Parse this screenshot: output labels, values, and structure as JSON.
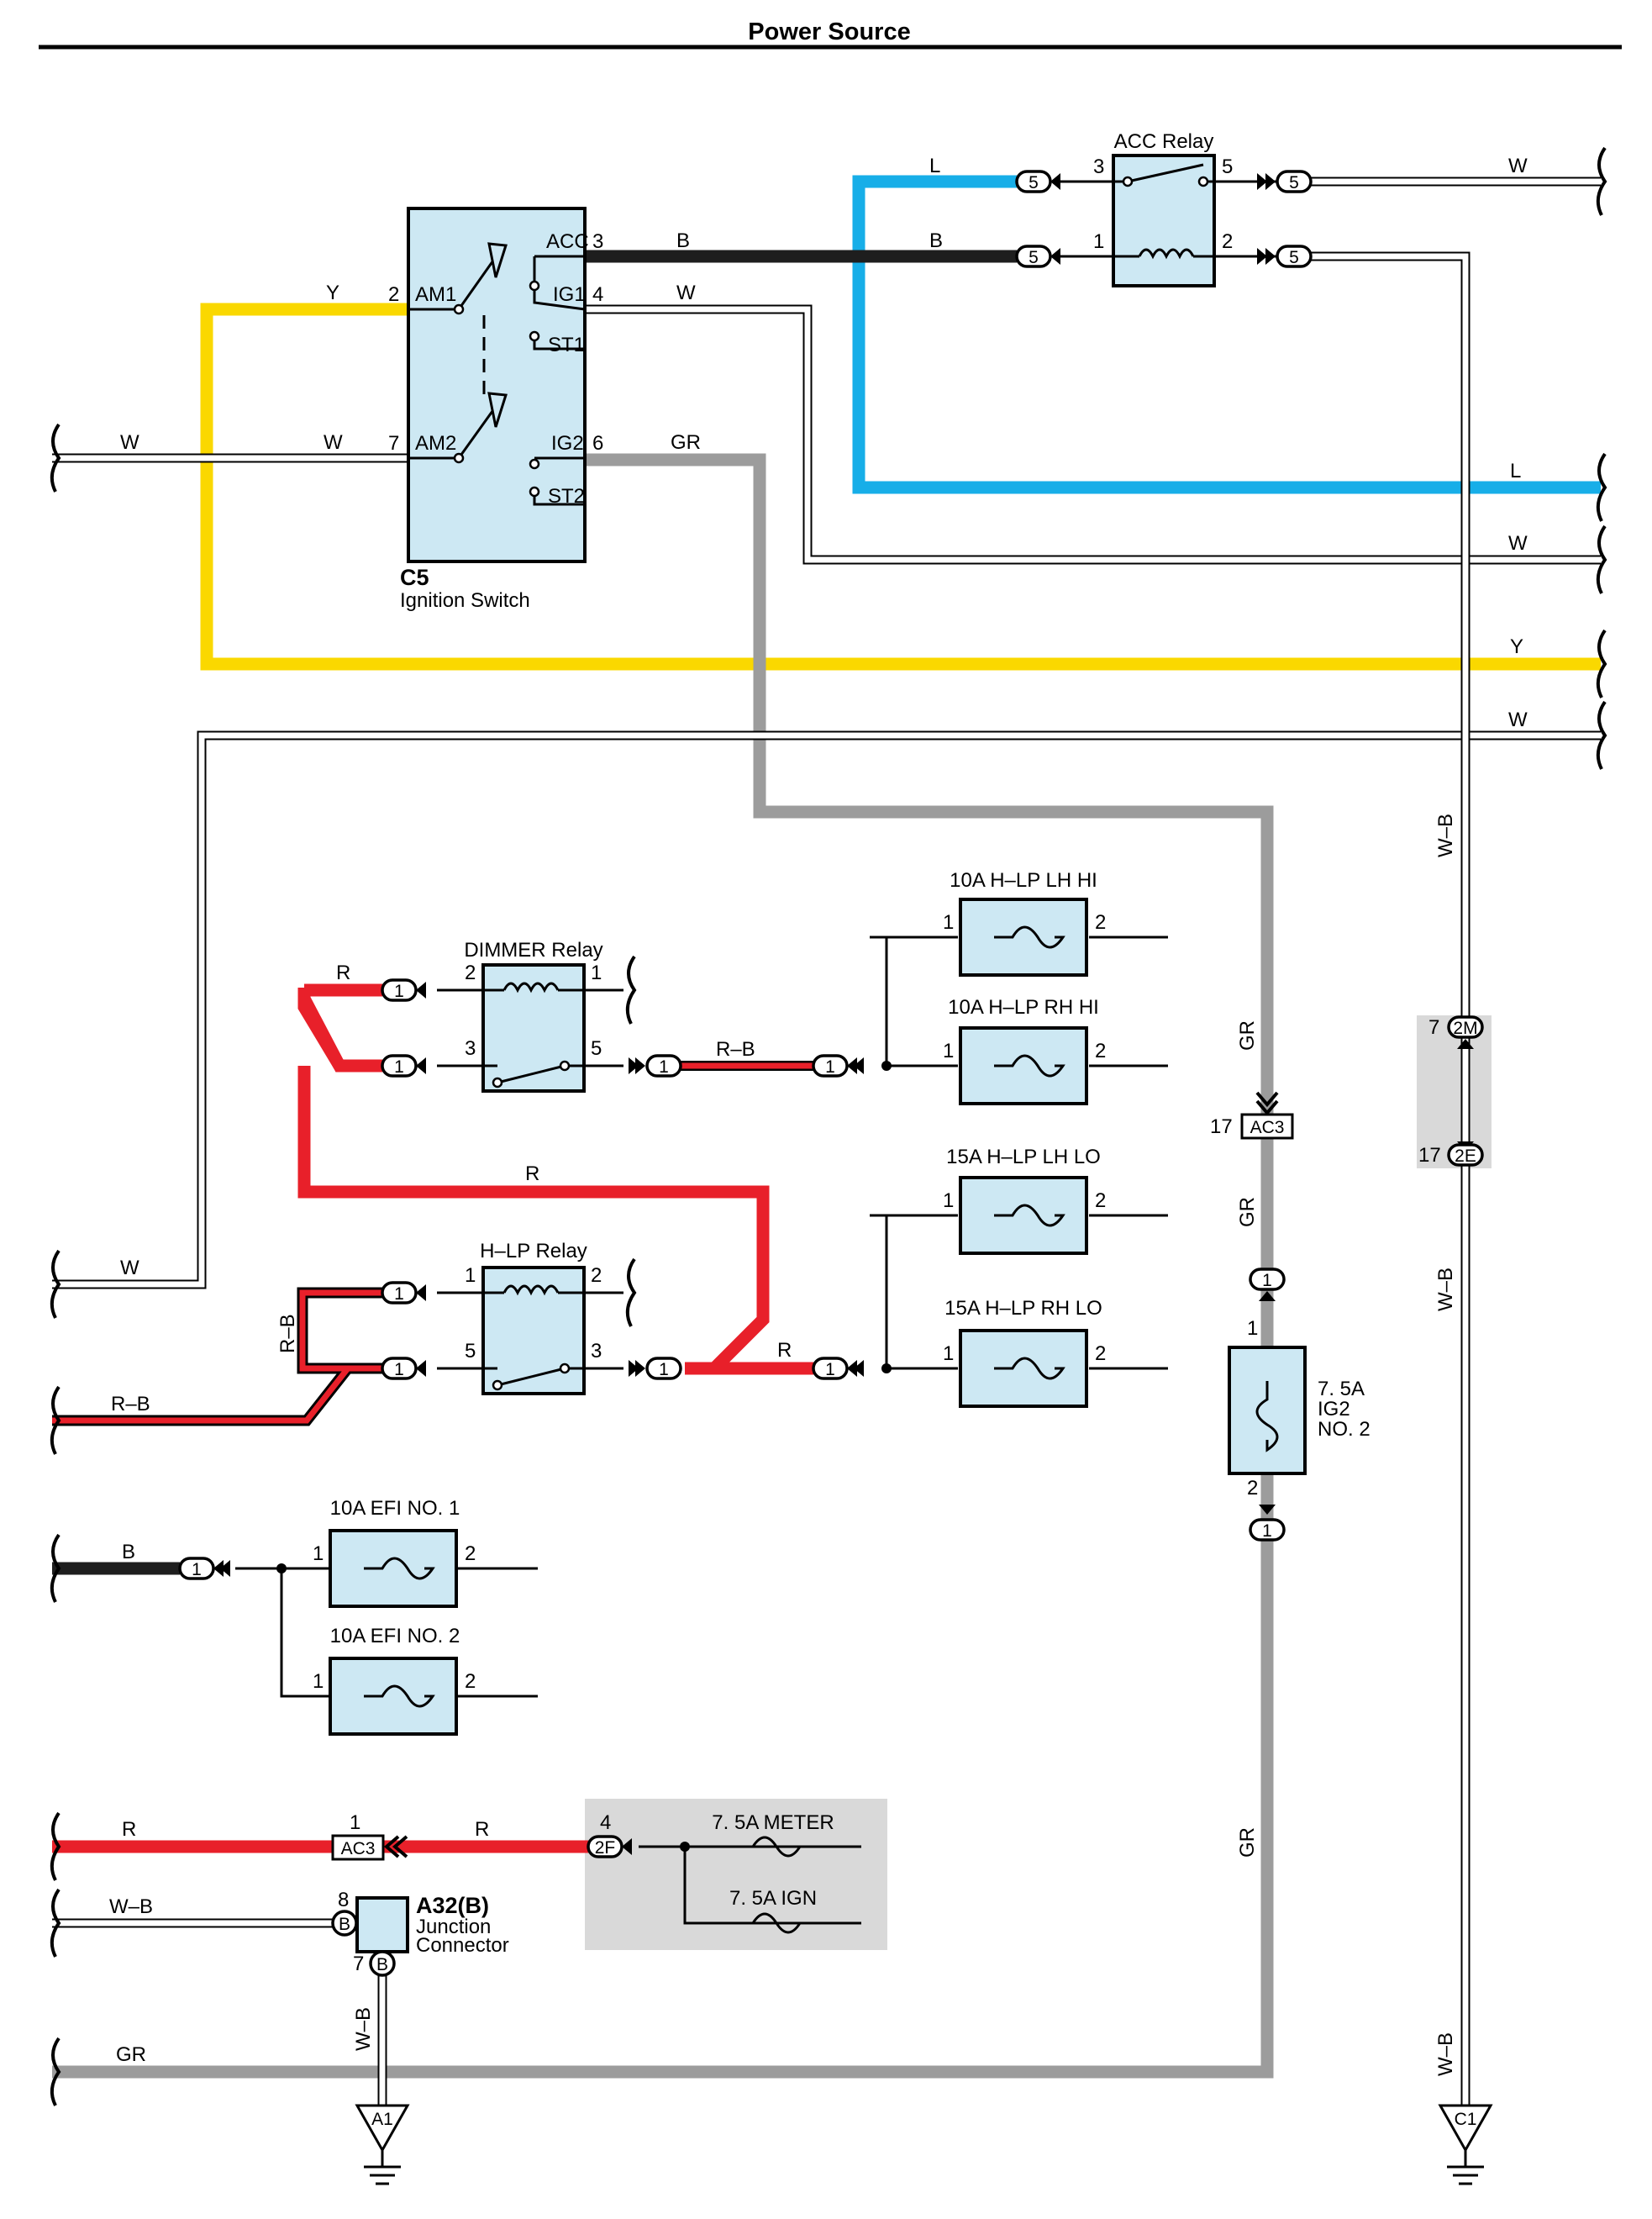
{
  "page": {
    "title": "Power Source"
  },
  "colors": {
    "Y": "#fad800",
    "L": "#17aee8",
    "B": "#1e1e1e",
    "GR": "#9c9c9c",
    "R": "#e8202a",
    "component": "#cde8f3",
    "group": "#d9d9d9"
  },
  "ignition_switch": {
    "code": "C5",
    "name": "Ignition Switch",
    "terminals": {
      "acc": "ACC",
      "am1": "AM1",
      "ig1": "IG1",
      "st1": "ST1",
      "am2": "AM2",
      "ig2": "IG2",
      "st2": "ST2"
    },
    "pins": {
      "acc": "3",
      "am1": "2",
      "ig1": "4",
      "am2": "7",
      "ig2": "6"
    }
  },
  "acc_relay": {
    "name": "ACC Relay",
    "pins": [
      "3",
      "5",
      "1",
      "2"
    ]
  },
  "dimmer_relay": {
    "name": "DIMMER Relay",
    "pins": [
      "2",
      "1",
      "3",
      "5"
    ]
  },
  "hlp_relay": {
    "name": "H–LP Relay",
    "pins": [
      "1",
      "2",
      "5",
      "3"
    ]
  },
  "fuses": {
    "lh_hi": "10A H–LP LH HI",
    "rh_hi": "10A H–LP RH HI",
    "lh_lo": "15A H–LP LH LO",
    "rh_lo": "15A H–LP RH LO",
    "efi1": "10A EFI NO. 1",
    "efi2": "10A EFI NO. 2",
    "ig2_amp": "7. 5A",
    "ig2_name": "IG2",
    "ig2_no": "NO. 2",
    "meter": "7. 5A METER",
    "ign": "7. 5A IGN",
    "pin1": "1",
    "pin2": "2"
  },
  "connectors": {
    "c5": "5",
    "c1": "1",
    "ac3": "AC3",
    "c2m": "2M",
    "c2e": "2E",
    "c2f": "2F",
    "cb": "B",
    "ac3_pin_17": "17",
    "ac3_pin_1": "1",
    "c2m_pin": "7",
    "c2e_pin": "17",
    "c2f_pin": "4",
    "jb_pin_8": "8",
    "jb_pin_7": "7"
  },
  "junction_connector": {
    "code": "A32(B)",
    "line1": "Junction",
    "line2": "Connector"
  },
  "grounds": {
    "a1": "A1",
    "c1": "C1"
  },
  "wire_labels": {
    "w": "W",
    "y": "Y",
    "l": "L",
    "b": "B",
    "gr": "GR",
    "r": "R",
    "rb": "R–B",
    "wb": "W–B"
  }
}
